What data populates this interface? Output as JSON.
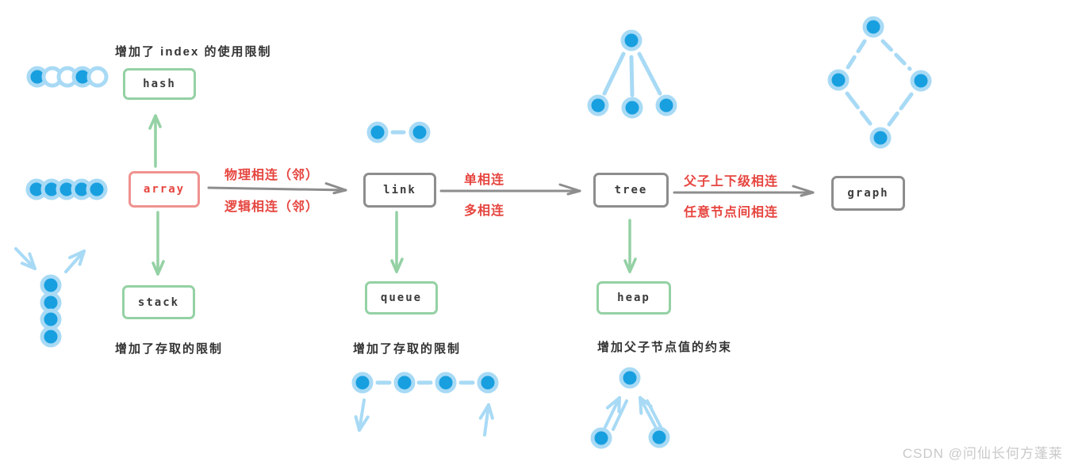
{
  "nodes": {
    "hash": {
      "label": "hash",
      "style": "green"
    },
    "array": {
      "label": "array",
      "style": "red"
    },
    "stack": {
      "label": "stack",
      "style": "green"
    },
    "link": {
      "label": "link",
      "style": "gray"
    },
    "queue": {
      "label": "queue",
      "style": "green"
    },
    "tree": {
      "label": "tree",
      "style": "gray"
    },
    "heap": {
      "label": "heap",
      "style": "green"
    },
    "graph": {
      "label": "graph",
      "style": "gray"
    }
  },
  "notes": {
    "hash_note": "增加了 index 的使用限制",
    "stack_note": "增加了存取的限制",
    "queue_note": "增加了存取的限制",
    "heap_note": "增加父子节点值的约束"
  },
  "edge_labels": {
    "array_link_top": "物理相连（邻）",
    "array_link_bottom": "逻辑相连（邻）",
    "link_tree_top": "单相连",
    "link_tree_bottom": "多相连",
    "tree_graph_top": "父子上下级相连",
    "tree_graph_bottom": "任意节点间相连"
  },
  "watermark": "CSDN @问仙长何方蓬莱",
  "colors": {
    "green_accent": "#94d1a4",
    "red_box_border": "#ef928f",
    "red_annotation_text": "#e6453f",
    "gray_accent": "#8d8d8d",
    "node_blue_fill": "#189fe0",
    "node_blue_ring": "#a8daf5",
    "watermark_gray": "#c9c9c9"
  }
}
